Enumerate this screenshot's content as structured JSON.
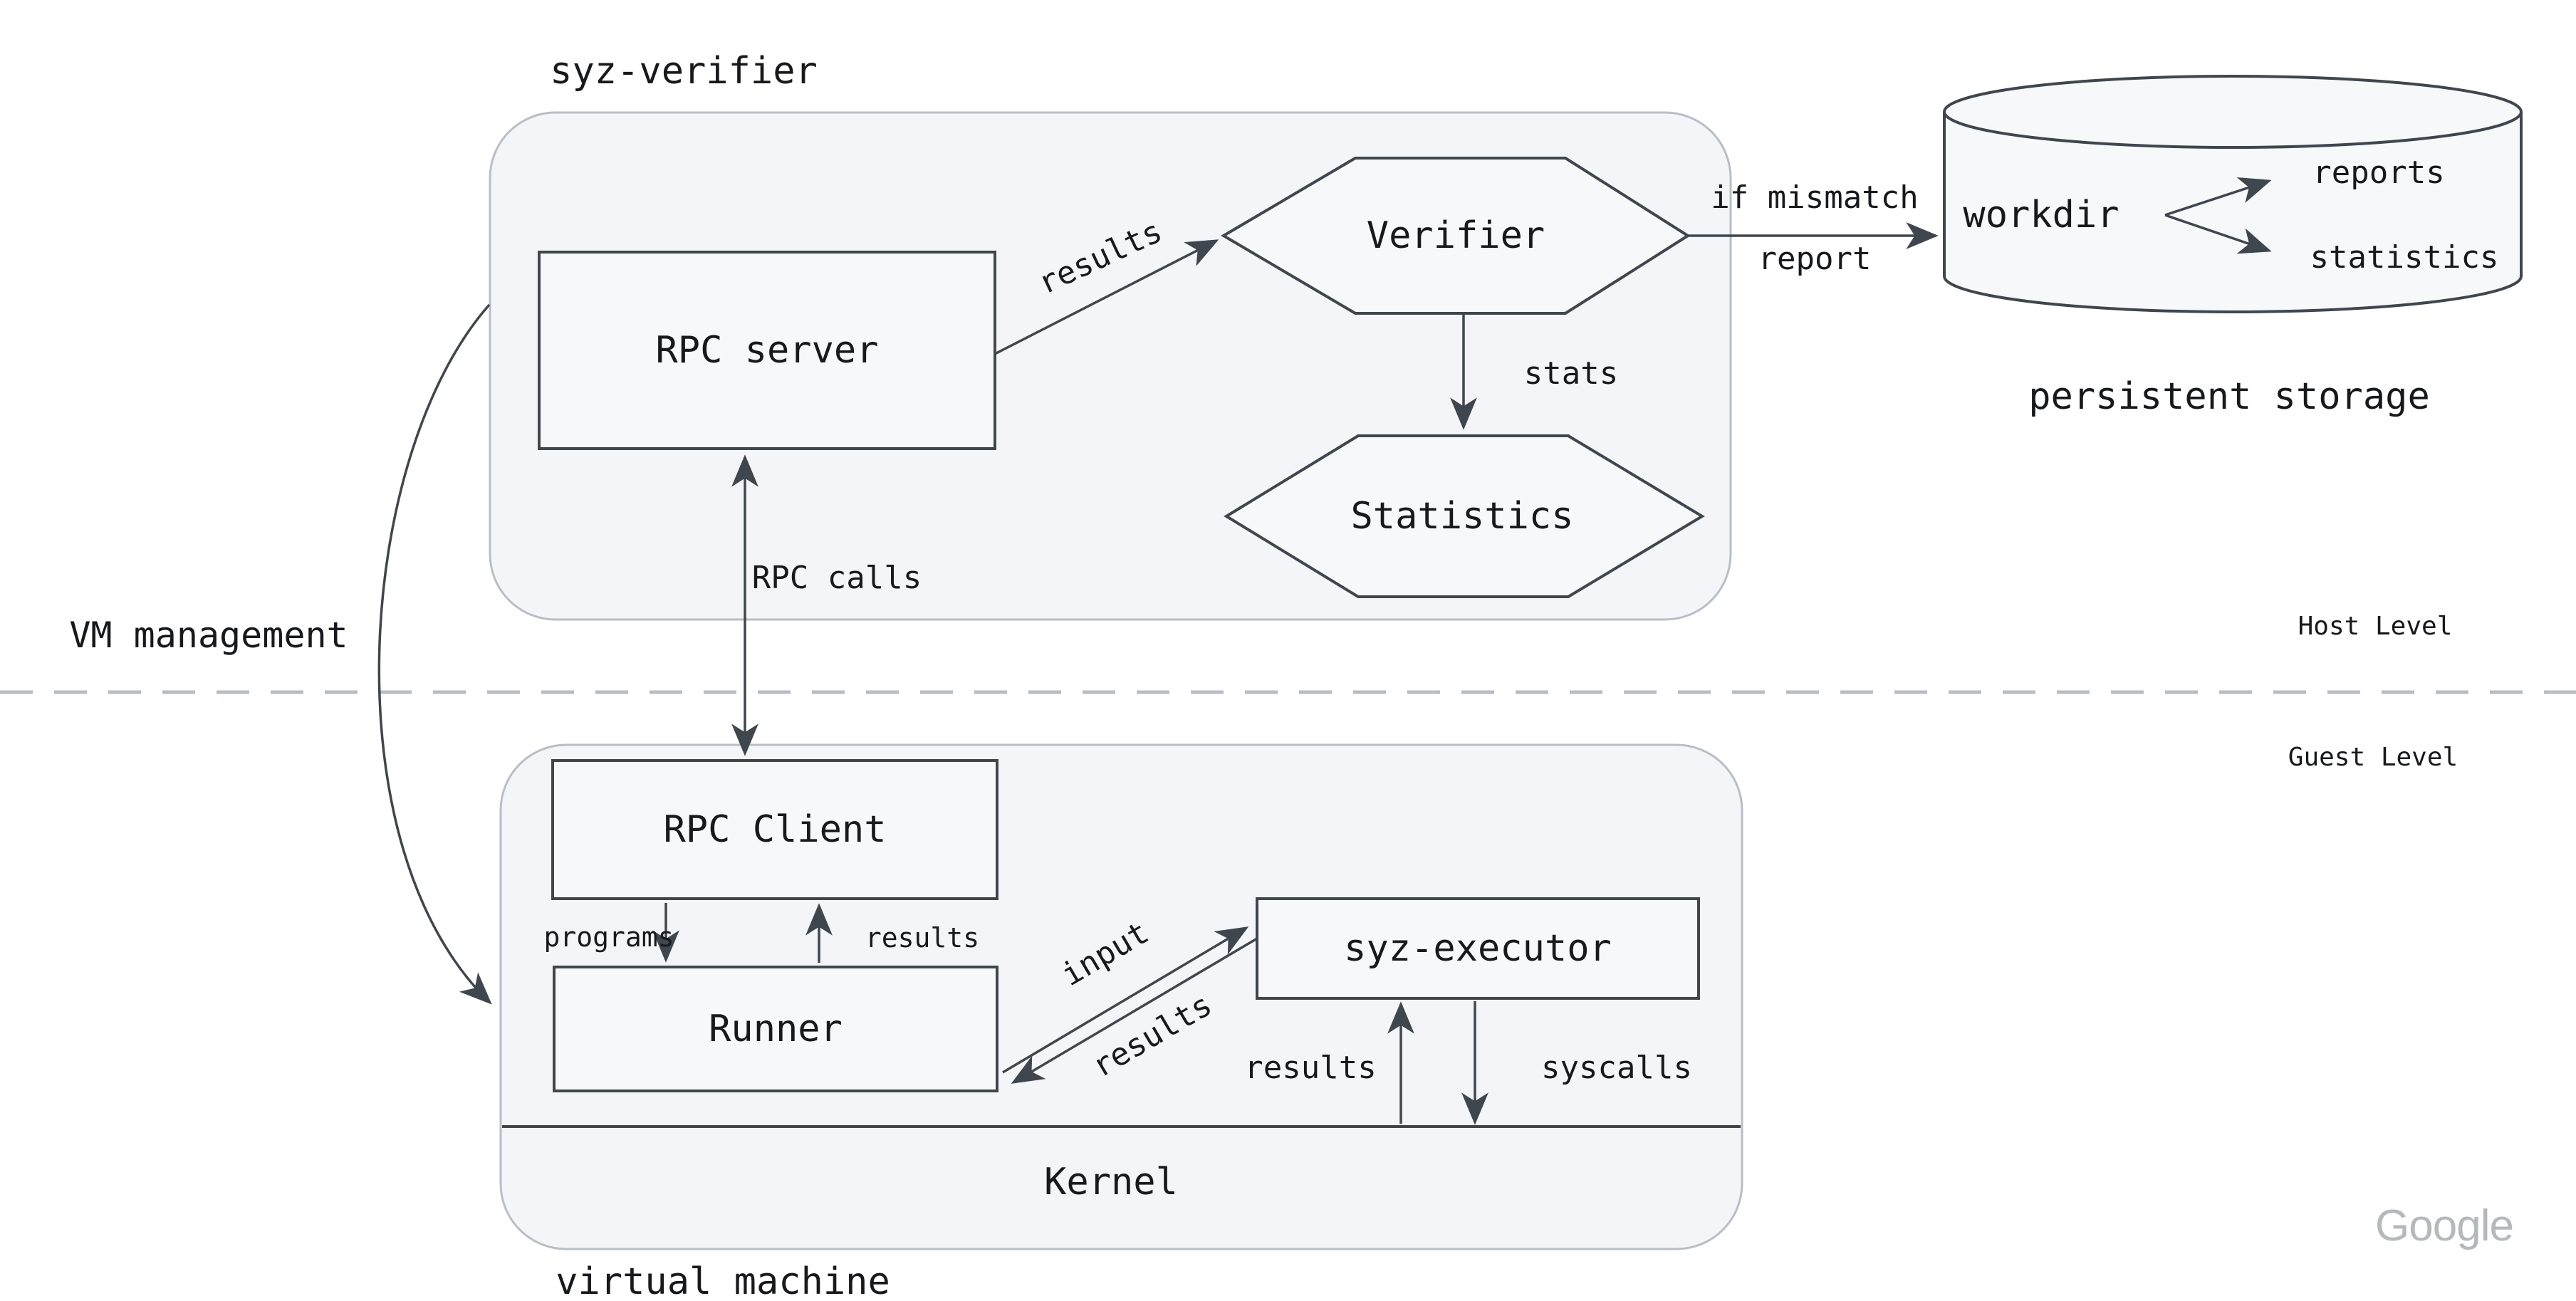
{
  "groups": {
    "syz_verifier": {
      "label": "syz-verifier"
    },
    "virtual_machine": {
      "label": "virtual machine"
    },
    "storage": {
      "label": "persistent storage"
    }
  },
  "nodes": {
    "rpc_server": {
      "label": "RPC server"
    },
    "verifier": {
      "label": "Verifier"
    },
    "statistics": {
      "label": "Statistics"
    },
    "workdir": {
      "label": "workdir"
    },
    "reports": {
      "label": "reports"
    },
    "statistics_file": {
      "label": "statistics"
    },
    "rpc_client": {
      "label": "RPC Client"
    },
    "runner": {
      "label": "Runner"
    },
    "syz_executor": {
      "label": "syz-executor"
    },
    "kernel": {
      "label": "Kernel"
    }
  },
  "edges": {
    "results_to_verifier": {
      "label": "results"
    },
    "mismatch": {
      "line1": "if mismatch",
      "line2": "report"
    },
    "stats": {
      "label": "stats"
    },
    "vm_management": {
      "label": "VM management"
    },
    "rpc_calls": {
      "label": "RPC calls"
    },
    "programs": {
      "label": "programs"
    },
    "results_to_client": {
      "label": "results"
    },
    "input": {
      "label": "input"
    },
    "results_to_runner": {
      "label": "results"
    },
    "results_to_executor": {
      "label": "results"
    },
    "syscalls": {
      "label": "syscalls"
    }
  },
  "levels": {
    "host": "Host Level",
    "guest": "Guest Level"
  },
  "watermark": "Google",
  "colors": {
    "node_stroke": "#40464e",
    "container_fill": "#f4f5f8",
    "container_border": "#b9bec6",
    "node_fill": "#f7f8fa",
    "divider": "#b8bdc4",
    "text": "#17191c",
    "watermark": "#b5b9bc"
  }
}
